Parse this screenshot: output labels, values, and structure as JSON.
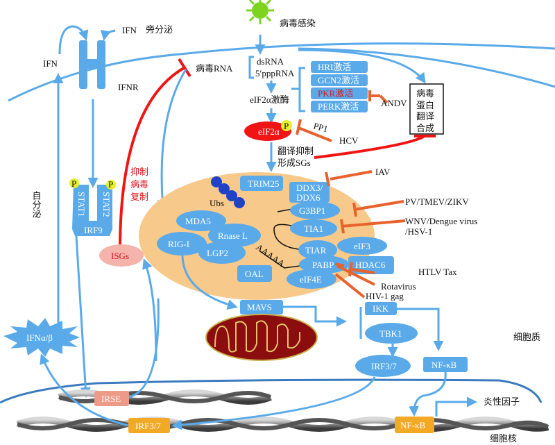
{
  "colors": {
    "blue": "#5aaaea",
    "red": "#f01414",
    "orange_inhibit": "#e8622e",
    "sg_fill": "#f7c98b",
    "mito": "#8b0d0d",
    "mito_line": "#e8c26a",
    "isgs": "#f4b3ab",
    "irse": "#ee9a88",
    "irf_dna": "#f2a925",
    "phos": "#e6f02a",
    "nucleus_line": "#3a7bbf"
  },
  "top": {
    "virus_infection": "病毒感染",
    "paracrine": "旁分泌",
    "ifn_paracrine": "IFN",
    "ifn_autocrine": "IFN",
    "ifnr": "IFNR",
    "autocrine": "自分泌"
  },
  "pathway": {
    "viral_rna": "病毒RNA",
    "dsrna": "dsRNA",
    "pppRNA": "5′pppRNA",
    "eif2a_kinase": "eIF2α激酶",
    "kinases": [
      {
        "label": "HRI激活",
        "highlight": false
      },
      {
        "label": "GCN2激活",
        "highlight": false
      },
      {
        "label": "PKR激活",
        "highlight": true
      },
      {
        "label": "PERK激活",
        "highlight": false
      }
    ],
    "andv": "ANDV",
    "viral_protein": [
      "病毒",
      "蛋白",
      "翻译",
      "合成"
    ],
    "eif2a": "eIF2α",
    "phospho": "P",
    "pp1": "PP1",
    "hcv": "HCV",
    "translation_inhibit": [
      "翻译抑制",
      "形成SGs"
    ]
  },
  "stat": {
    "stat1": "STAT1",
    "stat2": "STAT2",
    "irf9": "IRF9",
    "phospho": "P",
    "inhibit_replication": [
      "抑制",
      "病毒",
      "复制"
    ],
    "isgs": "ISGs"
  },
  "stress_granule": {
    "trim25": "TRIM25",
    "ubs": "Ubs",
    "ddx": [
      "DDX3/",
      "DDX6"
    ],
    "g3bp1": "G3BP1",
    "tia1": "TIA1",
    "tiar": "TIAR",
    "eif3": "eIF3",
    "pabp": "PABP",
    "hdac6": "HDAC6",
    "eif4e": "eIF4E",
    "mda5": "MDA5",
    "rnase_l": "Rnase L",
    "rig_i": "RIG-I",
    "lgp2": "LGP2",
    "oal": "OAL",
    "polya": "AAAAA"
  },
  "viruses": {
    "iav": "IAV",
    "pv": "PV/TMEV/ZIKV",
    "wnv": [
      "WNV/Dengue virus",
      "/HSV-1"
    ],
    "htlv": "HTLV Tax",
    "rotavirus": "Rotavirus",
    "hiv": "HIV-1 gag"
  },
  "signaling": {
    "mavs": "MAVS",
    "ikk": "IKK",
    "tbk1": "TBK1",
    "irf37": "IRF3/7",
    "nfkb": "NF-κB",
    "cytoplasm": "细胞质",
    "ifnab": "IFNα/β"
  },
  "nucleus": {
    "irse": "IRSE",
    "irf37": "IRF3/7",
    "nfkb": "NF-κB",
    "inflammatory": "炎性因子",
    "nucleus": "细胞核"
  }
}
